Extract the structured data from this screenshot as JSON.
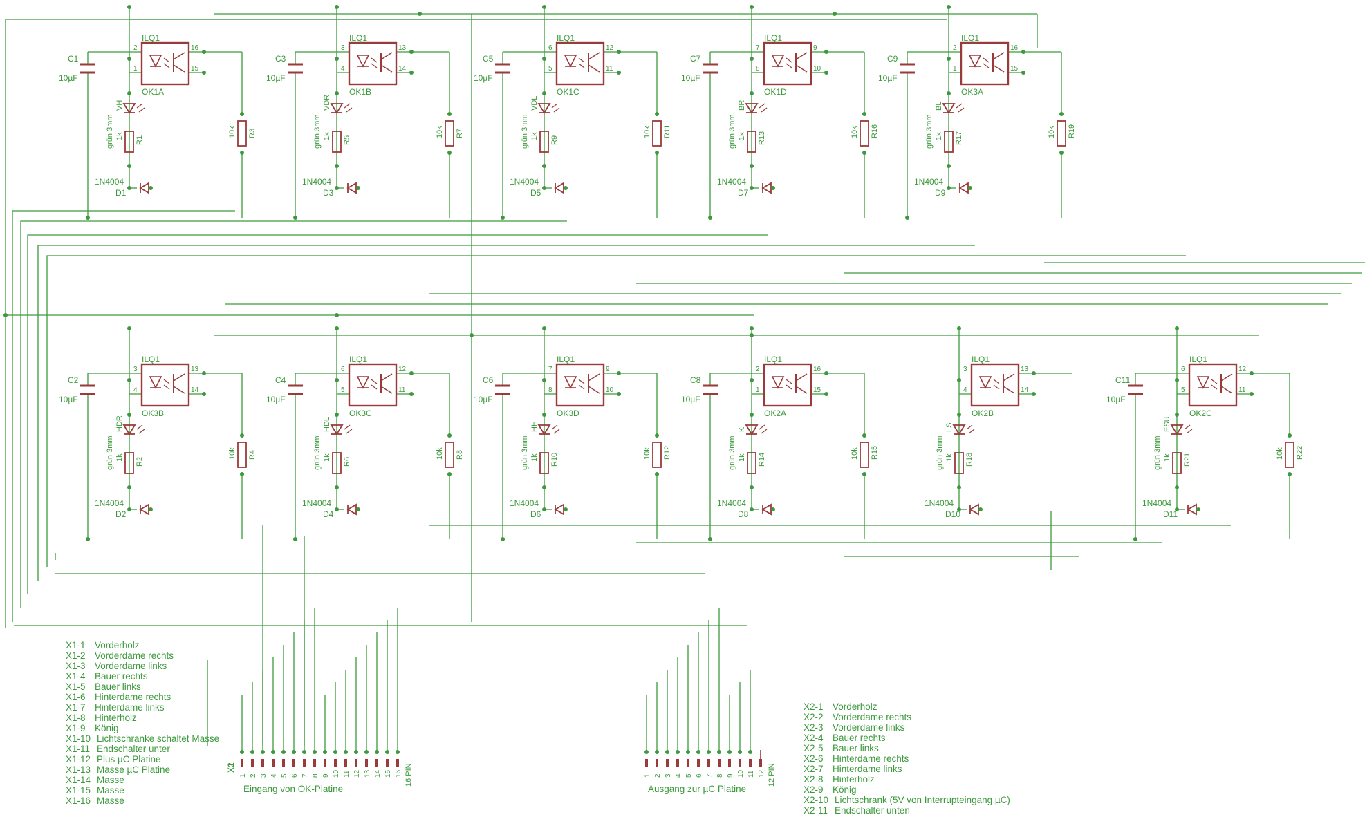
{
  "colors": {
    "wire": "#3c9a3c",
    "part": "#9a3a3a",
    "junction": "#3c9a3c"
  },
  "top_row": [
    {
      "chip": "ILQ1",
      "name": "OK1A",
      "p_in1": "2",
      "p_in2": "1",
      "p_out1": "16",
      "p_out2": "15",
      "cap": "C1",
      "cap_val": "10µF",
      "led_note": "grün 3mm",
      "led_name": "VH",
      "res": "R1",
      "res_val": "1k",
      "pull": "R3",
      "pull_val": "10k",
      "diode": "D1",
      "diode_val": "1N4004"
    },
    {
      "chip": "ILQ1",
      "name": "OK1B",
      "p_in1": "3",
      "p_in2": "4",
      "p_out1": "13",
      "p_out2": "14",
      "cap": "C3",
      "cap_val": "10µF",
      "led_note": "grün 3mm",
      "led_name": "VDR",
      "res": "R5",
      "res_val": "1k",
      "pull": "R7",
      "pull_val": "10k",
      "diode": "D3",
      "diode_val": "1N4004"
    },
    {
      "chip": "ILQ1",
      "name": "OK1C",
      "p_in1": "6",
      "p_in2": "5",
      "p_out1": "12",
      "p_out2": "11",
      "cap": "C5",
      "cap_val": "10µF",
      "led_note": "grün 3mm",
      "led_name": "VDL",
      "res": "R9",
      "res_val": "1k",
      "pull": "R11",
      "pull_val": "10k",
      "diode": "D5",
      "diode_val": "1N4004"
    },
    {
      "chip": "ILQ1",
      "name": "OK1D",
      "p_in1": "7",
      "p_in2": "8",
      "p_out1": "9",
      "p_out2": "10",
      "cap": "C7",
      "cap_val": "10µF",
      "led_note": "grün 3mm",
      "led_name": "BR",
      "res": "R13",
      "res_val": "1k",
      "pull": "R16",
      "pull_val": "10k",
      "diode": "D7",
      "diode_val": "1N4004"
    },
    {
      "chip": "ILQ1",
      "name": "OK3A",
      "p_in1": "2",
      "p_in2": "1",
      "p_out1": "16",
      "p_out2": "15",
      "cap": "C9",
      "cap_val": "10µF",
      "led_note": "grün 3mm",
      "led_name": "BL",
      "res": "R17",
      "res_val": "1k",
      "pull": "R19",
      "pull_val": "10k",
      "diode": "D9",
      "diode_val": "1N4004"
    }
  ],
  "bottom_row": [
    {
      "chip": "ILQ1",
      "name": "OK3B",
      "p_in1": "3",
      "p_in2": "4",
      "p_out1": "13",
      "p_out2": "14",
      "cap": "C2",
      "cap_val": "10µF",
      "led_note": "grün 3mm",
      "led_name": "HDR",
      "res": "R2",
      "res_val": "1k",
      "pull": "R4",
      "pull_val": "10k",
      "diode": "D2",
      "diode_val": "1N4004"
    },
    {
      "chip": "ILQ1",
      "name": "OK3C",
      "p_in1": "6",
      "p_in2": "5",
      "p_out1": "12",
      "p_out2": "11",
      "cap": "C4",
      "cap_val": "10µF",
      "led_note": "grün 3mm",
      "led_name": "HDL",
      "res": "R6",
      "res_val": "1k",
      "pull": "R8",
      "pull_val": "10k",
      "diode": "D4",
      "diode_val": "1N4004"
    },
    {
      "chip": "ILQ1",
      "name": "OK3D",
      "p_in1": "7",
      "p_in2": "8",
      "p_out1": "9",
      "p_out2": "10",
      "cap": "C6",
      "cap_val": "10µF",
      "led_note": "grün 3mm",
      "led_name": "HH",
      "res": "R10",
      "res_val": "1k",
      "pull": "R12",
      "pull_val": "10k",
      "diode": "D6",
      "diode_val": "1N4004"
    },
    {
      "chip": "ILQ1",
      "name": "OK2A",
      "p_in1": "2",
      "p_in2": "1",
      "p_out1": "16",
      "p_out2": "15",
      "cap": "C8",
      "cap_val": "10µF",
      "led_note": "grün 3mm",
      "led_name": "K",
      "res": "R14",
      "res_val": "1k",
      "pull": "R15",
      "pull_val": "10k",
      "diode": "D8",
      "diode_val": "1N4004"
    },
    {
      "chip": "ILQ1",
      "name": "OK2B",
      "p_in1": "3",
      "p_in2": "4",
      "p_out1": "13",
      "p_out2": "14",
      "cap": "",
      "cap_val": "",
      "led_note": "grün 3mm",
      "led_name": "LS",
      "res": "R18",
      "res_val": "1k",
      "pull": "",
      "pull_val": "",
      "diode": "D10",
      "diode_val": "1N4004"
    },
    {
      "chip": "ILQ1",
      "name": "OK2C",
      "p_in1": "6",
      "p_in2": "5",
      "p_out1": "12",
      "p_out2": "11",
      "cap": "C11",
      "cap_val": "10µF",
      "led_note": "grün 3mm",
      "led_name": "ESU",
      "res": "R21",
      "res_val": "1k",
      "pull": "R22",
      "pull_val": "10k",
      "diode": "D11",
      "diode_val": "1N4004"
    }
  ],
  "x1": {
    "name": "X1",
    "end": "16 PIN",
    "pins": [
      "1",
      "2",
      "3",
      "4",
      "5",
      "6",
      "7",
      "8",
      "9",
      "10",
      "11",
      "12",
      "13",
      "14",
      "15",
      "16"
    ],
    "caption": "Eingang von OK-Platine"
  },
  "x2": {
    "name": "X2",
    "end": "12 PIN",
    "pins": [
      "1",
      "2",
      "3",
      "4",
      "5",
      "6",
      "7",
      "8",
      "9",
      "10",
      "11",
      "12"
    ],
    "caption": "Ausgang zur µC Platine"
  },
  "legend_x1": [
    {
      "k": "X1-1",
      "v": "Vorderholz"
    },
    {
      "k": "X1-2",
      "v": "Vorderdame rechts"
    },
    {
      "k": "X1-3",
      "v": "Vorderdame links"
    },
    {
      "k": "X1-4",
      "v": "Bauer rechts"
    },
    {
      "k": "X1-5",
      "v": "Bauer links"
    },
    {
      "k": "X1-6",
      "v": "Hinterdame rechts"
    },
    {
      "k": "X1-7",
      "v": "Hinterdame links"
    },
    {
      "k": "X1-8",
      "v": "Hinterholz"
    },
    {
      "k": "X1-9",
      "v": "König"
    },
    {
      "k": "X1-10",
      "v": "Lichtschranke schaltet Masse"
    },
    {
      "k": "X1-11",
      "v": "Endschalter unter"
    },
    {
      "k": "X1-12",
      "v": "Plus µC Platine"
    },
    {
      "k": "X1-13",
      "v": "Masse µC Platine"
    },
    {
      "k": "X1-14",
      "v": "Masse"
    },
    {
      "k": "X1-15",
      "v": "Masse"
    },
    {
      "k": "X1-16",
      "v": "Masse"
    }
  ],
  "legend_x2": [
    {
      "k": "X2-1",
      "v": "Vorderholz"
    },
    {
      "k": "X2-2",
      "v": "Vorderdame rechts"
    },
    {
      "k": "X2-3",
      "v": "Vorderdame links"
    },
    {
      "k": "X2-4",
      "v": "Bauer rechts"
    },
    {
      "k": "X2-5",
      "v": "Bauer links"
    },
    {
      "k": "X2-6",
      "v": "Hinterdame rechts"
    },
    {
      "k": "X2-7",
      "v": "Hinterdame links"
    },
    {
      "k": "X2-8",
      "v": "Hinterholz"
    },
    {
      "k": "X2-9",
      "v": "König"
    },
    {
      "k": "X2-10",
      "v": "Lichtschrank (5V von Interrupteingang µC)"
    },
    {
      "k": "X2-11",
      "v": "Endschalter unten"
    }
  ]
}
